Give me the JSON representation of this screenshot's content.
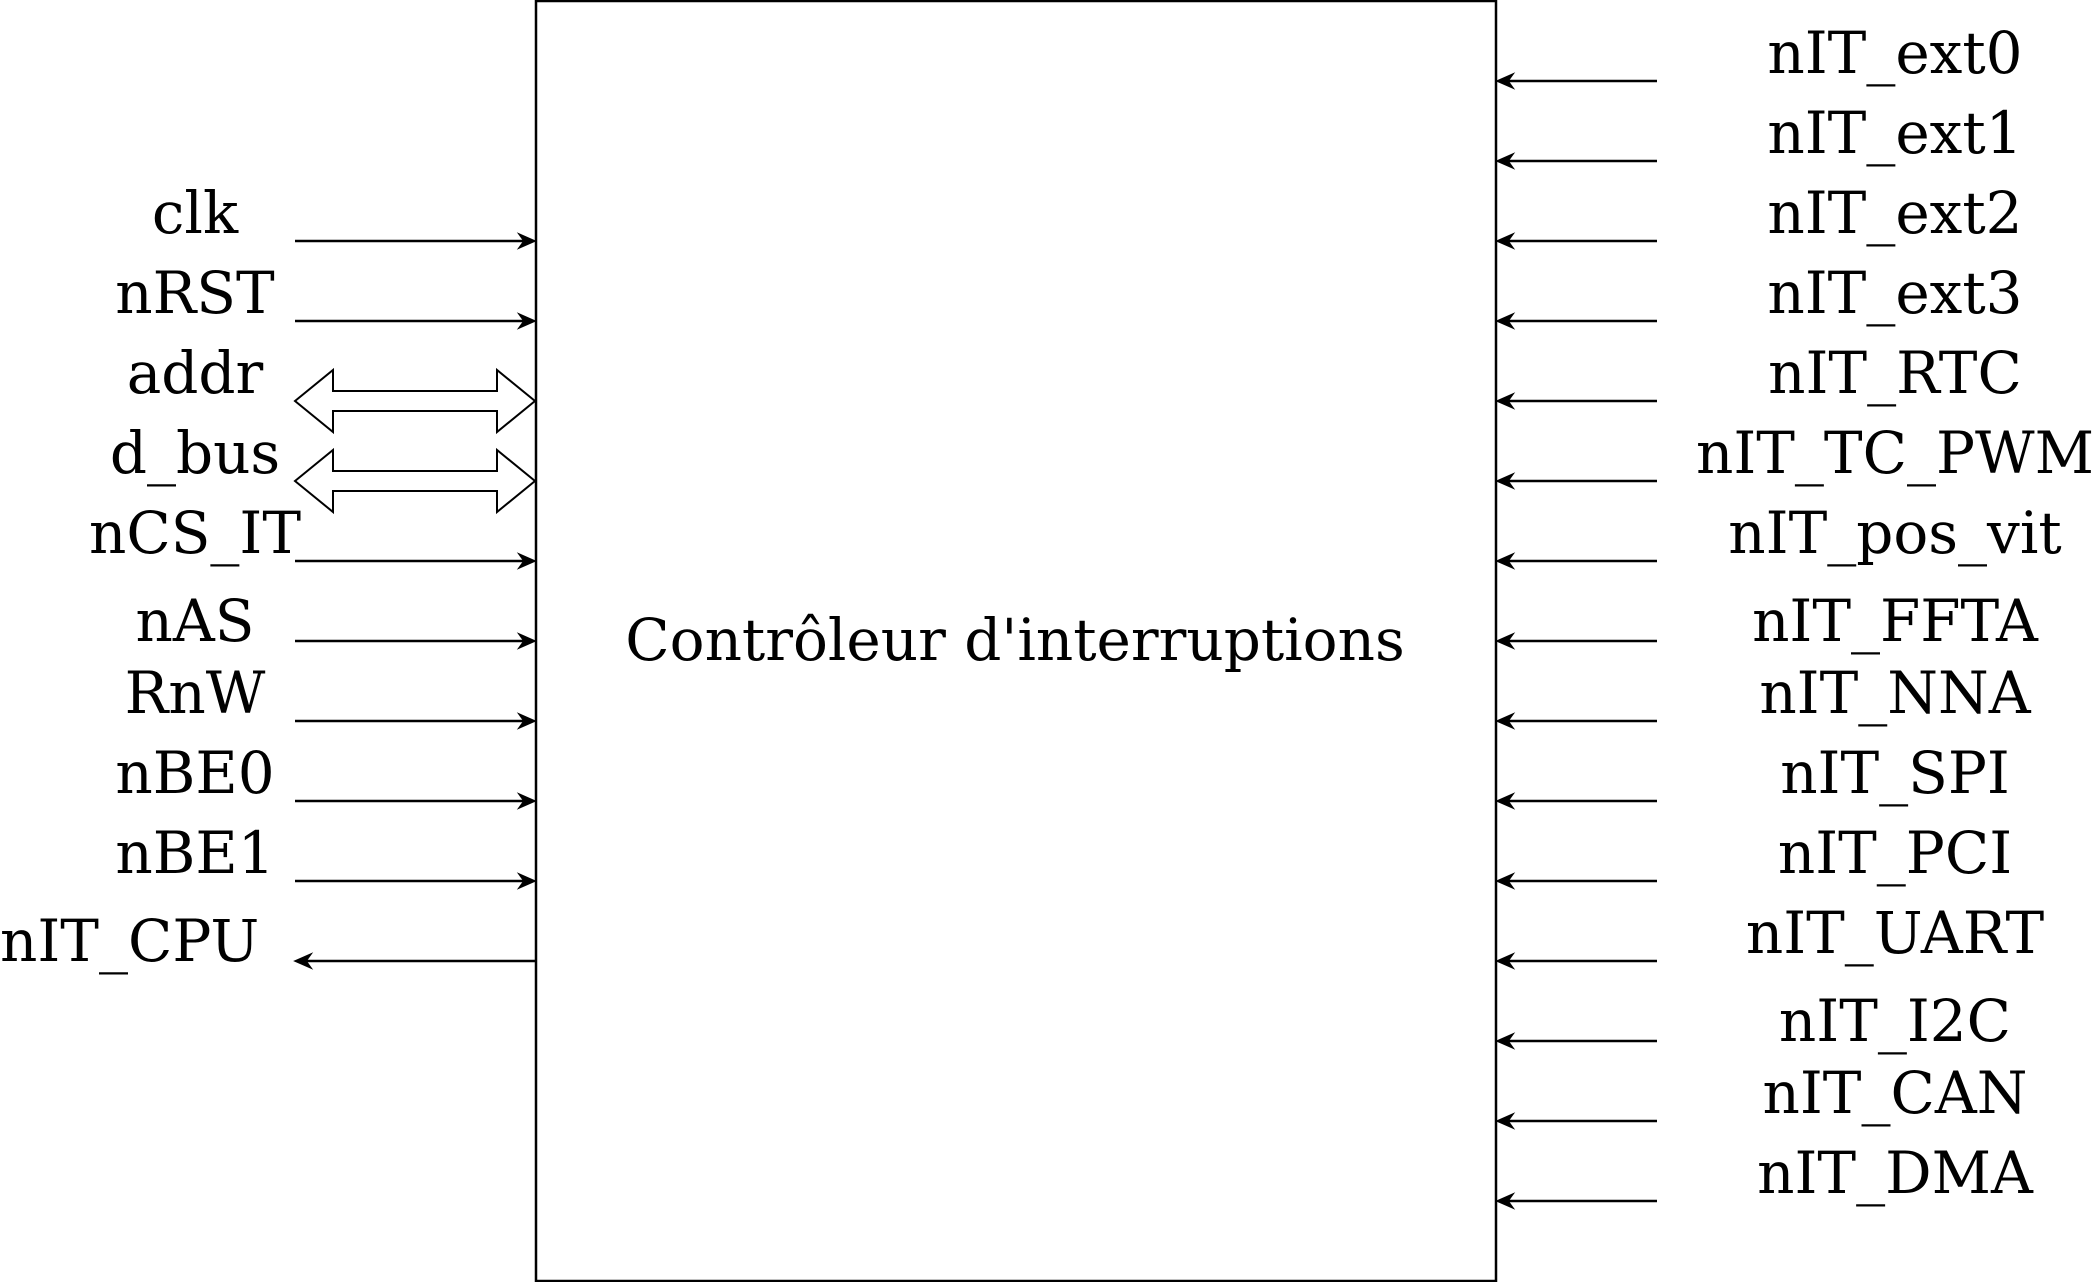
{
  "block": {
    "title": "Contrôleur d'interruptions"
  },
  "left_signals": [
    {
      "name": "clk",
      "kind": "input"
    },
    {
      "name": "nRST",
      "kind": "input"
    },
    {
      "name": "addr",
      "kind": "bus"
    },
    {
      "name": "d_bus",
      "kind": "bus"
    },
    {
      "name": "nCS_IT",
      "kind": "input"
    },
    {
      "name": "nAS",
      "kind": "input"
    },
    {
      "name": "RnW",
      "kind": "input"
    },
    {
      "name": "nBE0",
      "kind": "input"
    },
    {
      "name": "nBE1",
      "kind": "input"
    },
    {
      "name": "nIT_CPU",
      "kind": "output"
    }
  ],
  "right_signals": [
    {
      "name": "nIT_ext0",
      "kind": "input"
    },
    {
      "name": "nIT_ext1",
      "kind": "input"
    },
    {
      "name": "nIT_ext2",
      "kind": "input"
    },
    {
      "name": "nIT_ext3",
      "kind": "input"
    },
    {
      "name": "nIT_RTC",
      "kind": "input"
    },
    {
      "name": "nIT_TC_PWM",
      "kind": "input"
    },
    {
      "name": "nIT_pos_vit",
      "kind": "input"
    },
    {
      "name": "nIT_FFTA",
      "kind": "input"
    },
    {
      "name": "nIT_NNA",
      "kind": "input"
    },
    {
      "name": "nIT_SPI",
      "kind": "input"
    },
    {
      "name": "nIT_PCI",
      "kind": "input"
    },
    {
      "name": "nIT_UART",
      "kind": "input"
    },
    {
      "name": "nIT_I2C",
      "kind": "input"
    },
    {
      "name": "nIT_CAN",
      "kind": "input"
    },
    {
      "name": "nIT_DMA",
      "kind": "input"
    }
  ]
}
